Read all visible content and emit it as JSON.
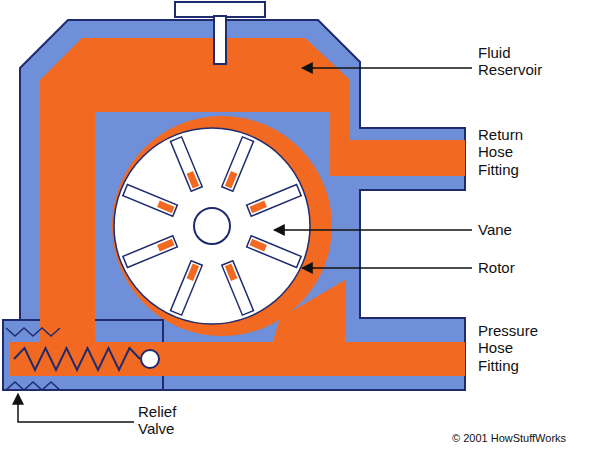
{
  "diagram": {
    "labels": [
      "Fluid Reservoir",
      "Return Hose Fitting",
      "Vane",
      "Rotor",
      "Pressure Hose Fitting",
      "Relief Valve",
      "© 2001 HowStuffWorks"
    ]
  }
}
